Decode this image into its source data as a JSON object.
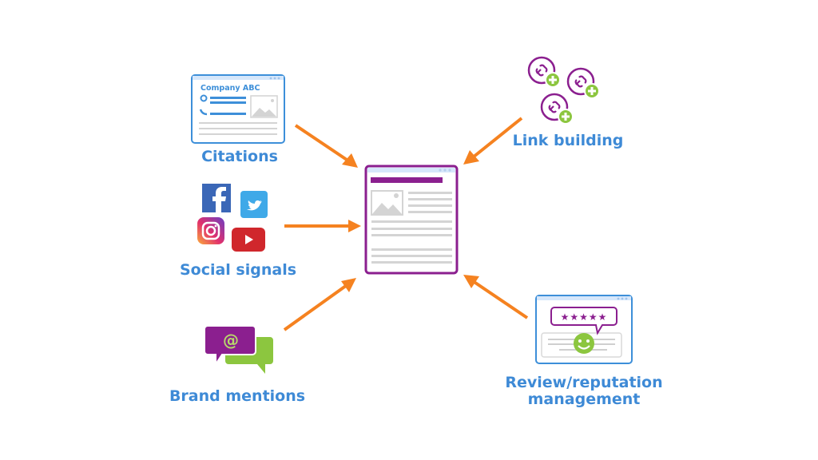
{
  "diagram": {
    "center": {
      "name": "Website page"
    },
    "nodes": [
      {
        "id": "citations",
        "label": "Citations",
        "card_title": "Company ABC"
      },
      {
        "id": "social",
        "label": "Social signals",
        "icons": [
          "facebook-icon",
          "twitter-icon",
          "instagram-icon",
          "youtube-icon"
        ]
      },
      {
        "id": "brand",
        "label": "Brand mentions",
        "bubble_text": "@"
      },
      {
        "id": "links",
        "label": "Link building"
      },
      {
        "id": "review",
        "label_line1": "Review/reputation",
        "label_line2": "management",
        "stars": "★★★★★"
      }
    ],
    "colors": {
      "arrow": "#f58220",
      "label": "#3e8ad6",
      "purple": "#8b1f8f",
      "green": "#8cc63f",
      "card_blue": "#3d8fd9",
      "gray": "#d4d4d4"
    }
  }
}
